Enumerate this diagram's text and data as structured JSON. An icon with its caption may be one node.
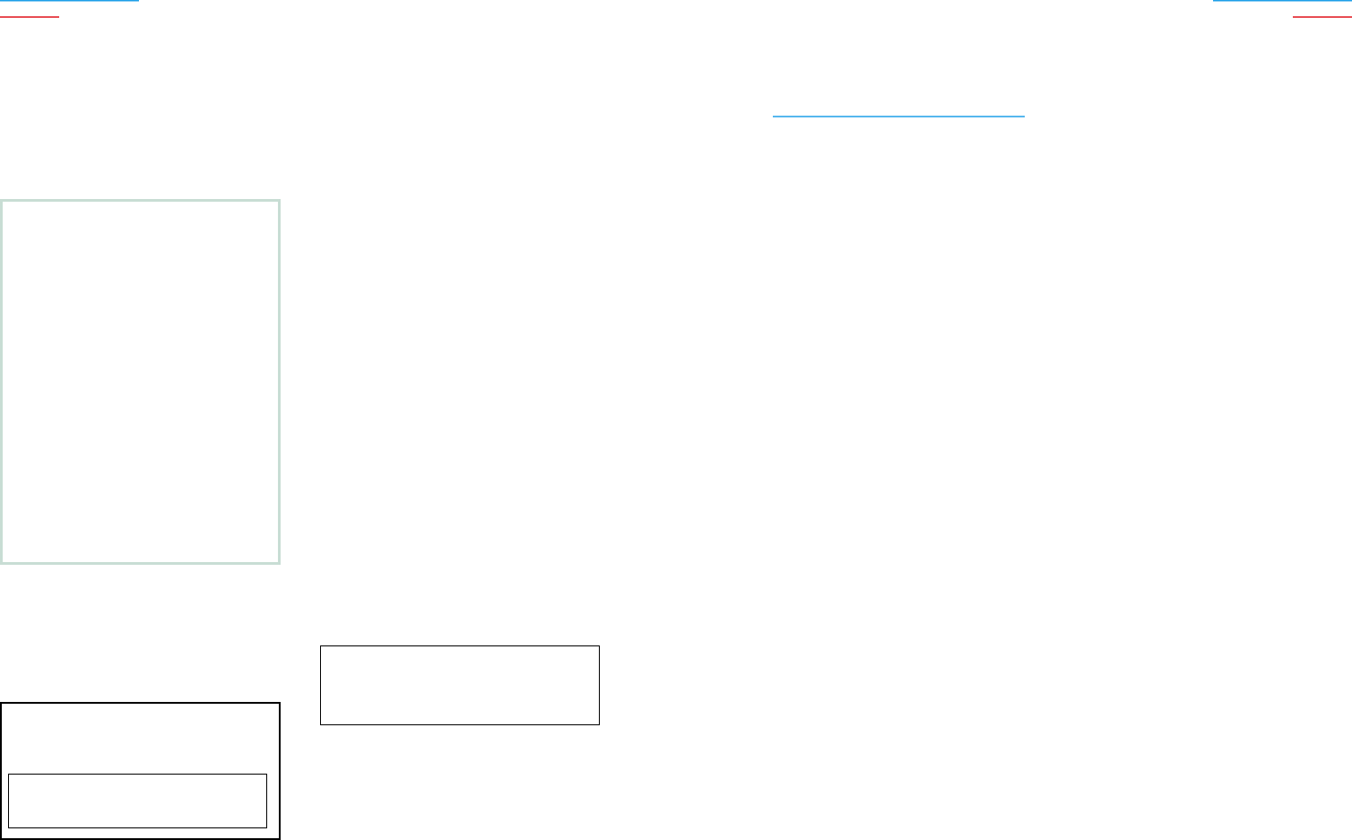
{
  "diagram": {
    "nodes": [
      {
        "text": [],
        "shape": "box"
      },
      {
        "text": [],
        "shape": "box"
      },
      {
        "text": [],
        "shape": "box"
      },
      {
        "text": [],
        "shape": "box",
        "in": 2
      }
    ]
  }
}
